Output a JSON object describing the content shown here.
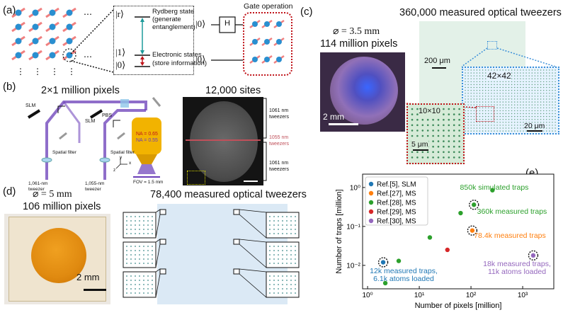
{
  "panels": {
    "a": {
      "label": "(a)",
      "ket_r": "|r⟩",
      "rydberg_line1": "Rydberg state",
      "rydberg_line2": "(generate",
      "rydberg_line3": "entanglement)",
      "ket_1": "|1⟩",
      "ket_0": "|0⟩",
      "electronic_line1": "Electronic states",
      "electronic_line2": "(store information)",
      "circuit_in_top": "|0⟩",
      "circuit_in_bottom": "|0⟩",
      "gate_h": "H",
      "gate_operation": "Gate operation",
      "dots": "⋯",
      "vdots": "⋮"
    },
    "b": {
      "label": "(b)",
      "title_left": "2×1 million pixels",
      "title_right": "12,000 sites",
      "slm": "SLM",
      "pbs": "PBS",
      "spatial_filter": "Spatial filter",
      "tweezer_1061": "1,061-nm tweezer",
      "tweezer_1055": "1,055-nm tweezer",
      "na_top": "NA = 0.65",
      "na_bottom": "NA = 0.55",
      "fov": "FOV = 1.5 mm",
      "axis_x": "x",
      "axis_y": "y",
      "axis_z": "z",
      "bracket_top": "1061 nm tweezers",
      "bracket_mid": "1055 nm tweezers",
      "bracket_bottom": "1061 nm tweezers"
    },
    "c": {
      "label": "(c)",
      "title": "360,000 measured optical tweezers",
      "diameter": "⌀ = 3.5 mm",
      "pixels": "114 million pixels",
      "scale_photo": "2 mm",
      "scale_main": "200 μm",
      "zoom_42": "42×42",
      "zoom_10": "10×10",
      "scale_20": "20 μm",
      "scale_5": "5 μm"
    },
    "d": {
      "label": "(d)",
      "diameter": "⌀ = 5 mm",
      "pixels": "106 million pixels",
      "title": "78,400 measured optical tweezers",
      "scale_photo": "2 mm"
    },
    "e": {
      "label": "(e)"
    }
  },
  "colors": {
    "blue": "#1f77b4",
    "orange": "#ff7f0e",
    "green": "#2ca02c",
    "red": "#d62728",
    "purple": "#9467bd",
    "dotted_red": "#c0141a",
    "dotted_blue": "#3a8fd8",
    "tweezer_bg": "#e3f1e8",
    "zoom_bg": "#dcefff"
  },
  "chart_data": {
    "type": "scatter",
    "xlabel": "Number of pixels [million]",
    "ylabel": "Number of traps [million]",
    "xscale": "log",
    "yscale": "log",
    "xlim": [
      0.8,
      4000
    ],
    "ylim": [
      0.0025,
      2.2
    ],
    "x_ticks": [
      1,
      10,
      100,
      1000
    ],
    "x_tick_labels": [
      "10⁰",
      "10¹",
      "10²",
      "10³"
    ],
    "y_ticks": [
      0.01,
      0.1,
      1
    ],
    "y_tick_labels": [
      "10⁻²",
      "10⁻¹",
      "10⁰"
    ],
    "legend_position": "top-left",
    "series": [
      {
        "name": "Ref.[5], SLM",
        "color": "#1f77b4",
        "points": [
          [
            2,
            0.012
          ]
        ]
      },
      {
        "name": "Ref.[27], MS",
        "color": "#ff7f0e",
        "points": [
          [
            106,
            0.0784
          ]
        ]
      },
      {
        "name": "Ref.[28], MS",
        "color": "#2ca02c",
        "points": [
          [
            2.2,
            0.0035
          ],
          [
            4,
            0.013
          ],
          [
            16,
            0.052
          ],
          [
            63,
            0.22
          ],
          [
            114,
            0.36
          ],
          [
            260,
            0.85
          ]
        ]
      },
      {
        "name": "Ref.[29], MS",
        "color": "#d62728",
        "points": [
          [
            35,
            0.025
          ]
        ]
      },
      {
        "name": "Ref.[30], MS",
        "color": "#9467bd",
        "points": [
          [
            1600,
            0.018
          ]
        ]
      }
    ],
    "highlighted": [
      [
        2,
        0.012
      ],
      [
        114,
        0.36
      ],
      [
        106,
        0.0784
      ],
      [
        1600,
        0.018
      ]
    ],
    "annotations": [
      {
        "text": "850k simulated traps",
        "color": "#2ca02c"
      },
      {
        "text": "360k measured traps",
        "color": "#2ca02c"
      },
      {
        "text": "78.4k measured traps",
        "color": "#ff7f0e"
      },
      {
        "text": "18k measured traps,",
        "color": "#9467bd"
      },
      {
        "text": "11k atoms loaded",
        "color": "#9467bd"
      },
      {
        "text": "12k measured traps,",
        "color": "#1f77b4"
      },
      {
        "text": "6.1k atoms loaded",
        "color": "#1f77b4"
      }
    ]
  }
}
